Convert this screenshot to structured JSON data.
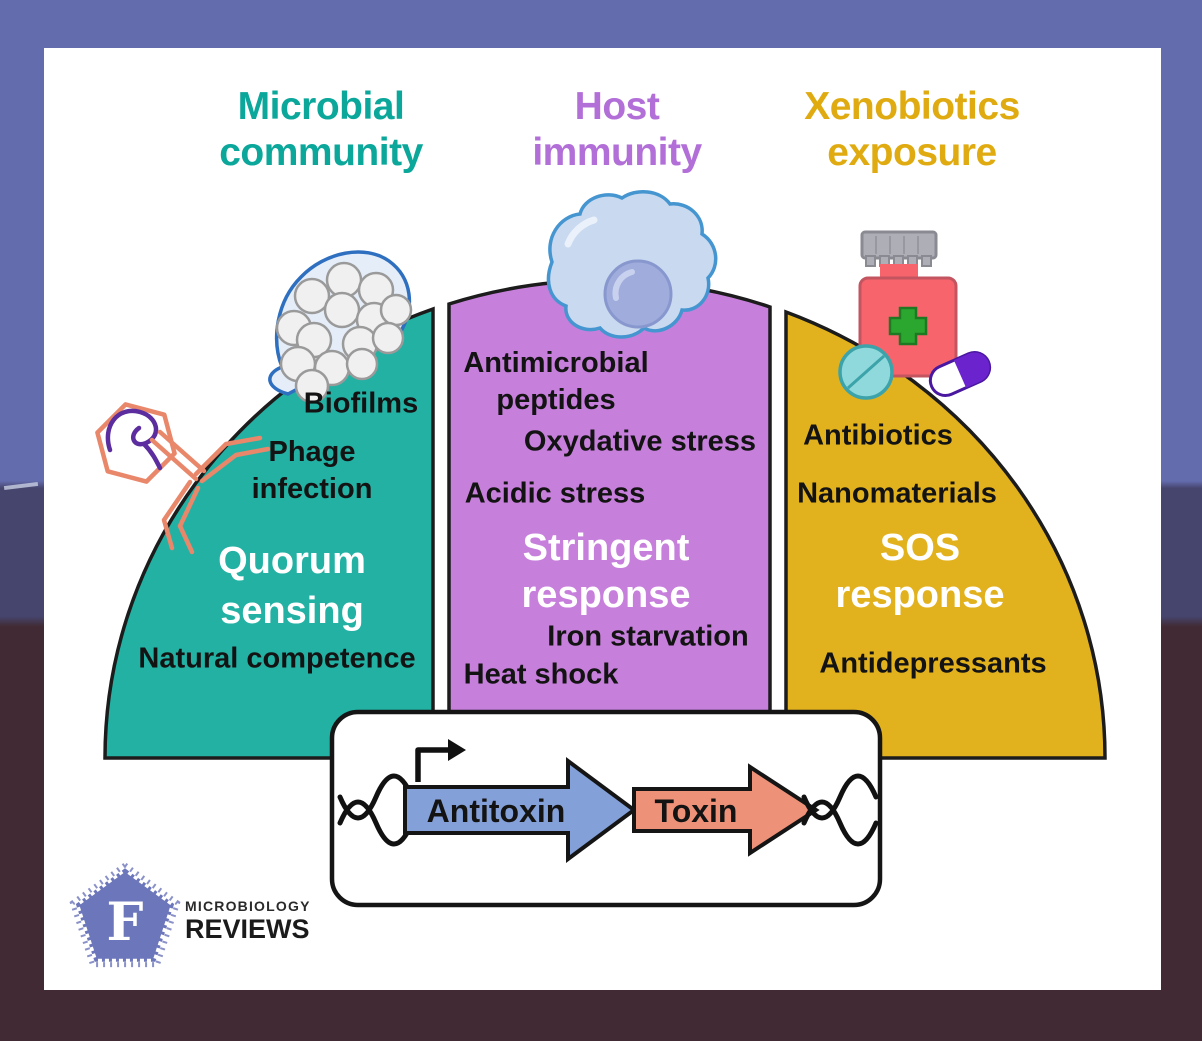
{
  "background": {
    "band_top_color": "#636CAD",
    "band_middle_color": "#46456E",
    "band_bottom_color": "#412A33"
  },
  "sections": {
    "microbial": {
      "title": "Microbial\ncommunity",
      "title_color": "#0CA79B",
      "fill": "#23B1A4",
      "items": [
        {
          "label": "Biofilms"
        },
        {
          "label": "Phage\ninfection"
        },
        {
          "label": "Quorum\nsensing"
        },
        {
          "label": "Natural competence"
        }
      ]
    },
    "host": {
      "title": "Host\nimmunity",
      "title_color": "#B26FD8",
      "fill": "#C77FDC",
      "items": [
        {
          "label": "Antimicrobial\npeptides"
        },
        {
          "label": "Oxydative stress"
        },
        {
          "label": "Acidic stress"
        },
        {
          "label": "Stringent\nresponse"
        },
        {
          "label": "Iron starvation"
        },
        {
          "label": "Heat shock"
        }
      ]
    },
    "xenobiotics": {
      "title": "Xenobiotics\nexposure",
      "title_color": "#DFAB10",
      "fill": "#E2B21E",
      "items": [
        {
          "label": "Antibiotics"
        },
        {
          "label": "Nanomaterials"
        },
        {
          "label": "SOS\nresponse"
        },
        {
          "label": "Antidepressants"
        }
      ]
    }
  },
  "gene_box": {
    "antitoxin_label": "Antitoxin",
    "toxin_label": "Toxin",
    "antitoxin_fill": "#84A0D8",
    "toxin_fill": "#EE9179"
  },
  "logo": {
    "letter": "F",
    "line1": "MICROBIOLOGY",
    "line2": "REVIEWS",
    "pentagon_color": "#6C76BA"
  },
  "icons": {
    "biofilm": "biofilm-cells-icon",
    "phage": "bacteriophage-icon",
    "immune_cell": "immune-cell-icon",
    "pill_bottle": "medicine-bottle-icon",
    "tablet": "tablet-pill-icon",
    "capsule": "capsule-pill-icon",
    "promoter": "promoter-arrow-icon",
    "dna": "dna-helix-icon"
  }
}
